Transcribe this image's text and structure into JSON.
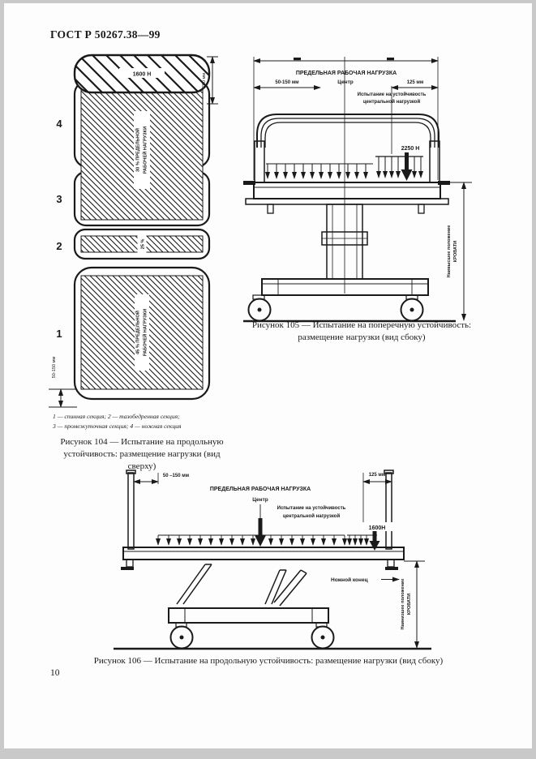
{
  "page": {
    "header": "ГОСТ Р 50267.38—99",
    "page_number": "10"
  },
  "fig104": {
    "sections": [
      "4",
      "3",
      "2",
      "1"
    ],
    "load_strip_label": "1600 Н",
    "dim_right": "260 мм",
    "dim_bottom": "50-150 мм",
    "block43_line1": "30 % ПРЕДЕЛЬНОЙ",
    "block43_line2": "РАБОЧЕЙ НАГРУЗКИ",
    "block2_label": "25 %",
    "block1_line1": "45 % ПРЕДЕЛЬНОЙ",
    "block1_line2": "РАБОЧЕЙ НАГРУЗКИ",
    "legend_line1": "1 — спинная секция; 2 — тазобедренная секция;",
    "legend_line2": "3 — промежуточная секция; 4 — ножная секция",
    "caption_line1": "Рисунок 104 — Испытание на продольную",
    "caption_line2": "устойчивость: размещение нагрузки (вид",
    "caption_line3": "сверху)"
  },
  "fig105": {
    "load_title": "ПРЕДЕЛЬНАЯ РАБОЧАЯ НАГРУЗКА",
    "dim_left": "50-150 мм",
    "center_label": "Центр",
    "dim_right": "125 мм",
    "test_line1": "Испытание на устойчивость",
    "test_line2": "центральной нагрузкой",
    "force_label": "2250 Н",
    "height_line1": "Наивысшее положение",
    "height_line2": "КРОВАТИ",
    "caption_line1": "Рисунок 105 — Испытание на поперечную устойчивость:",
    "caption_line2": "размещение нагрузки (вид сбоку)"
  },
  "fig106": {
    "dim_left": "50 –150 мм",
    "load_title": "ПРЕДЕЛЬНАЯ РАБОЧАЯ НАГРУЗКА",
    "center_label": "Центр",
    "test_line1": "Испытание на устойчивость",
    "test_line2": "центральной нагрузкой",
    "dim_right": "125 мм",
    "force_label": "1600Н",
    "foot_end_label": "Ножной конец",
    "height_line1": "Наинизшее положение",
    "height_line2": "КРОВАТИ",
    "caption": "Рисунок 106 — Испытание на продольную устойчивость: размещение нагрузки (вид сбоку)"
  }
}
